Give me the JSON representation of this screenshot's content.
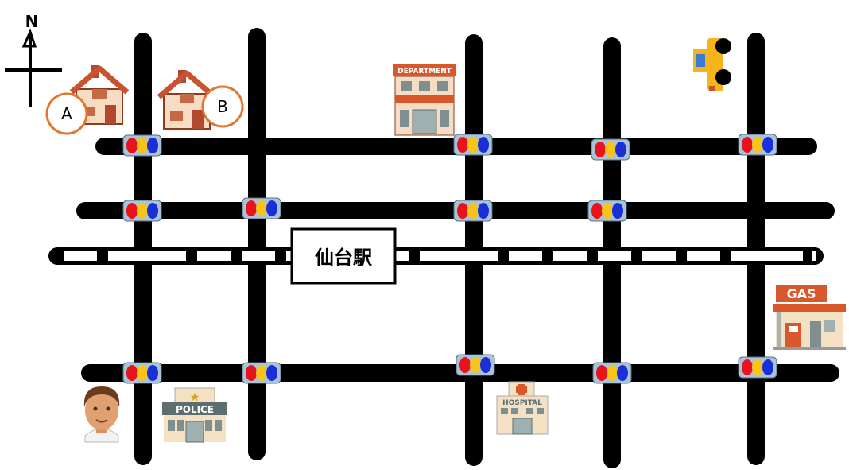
{
  "compass": {
    "north_label": "N"
  },
  "houses": [
    {
      "label": "A"
    },
    {
      "label": "B"
    }
  ],
  "station": {
    "name": "仙台駅"
  },
  "buildings": {
    "department": "DEPARTMENT",
    "police": "POLICE",
    "hospital": "HOSPITAL",
    "gas": "GAS"
  },
  "icons": [
    "compass-icon",
    "house-icon",
    "department-store-icon",
    "police-station-icon",
    "hospital-icon",
    "gas-station-icon",
    "car-icon",
    "person-icon",
    "traffic-light-icon"
  ],
  "colors": {
    "road": "#000000",
    "light_red": "#e8131b",
    "light_yellow": "#f7c51a",
    "light_blue": "#1b2fd6",
    "light_body": "#a9c4d8",
    "marker_orange": "#e2762f",
    "gas_red": "#d9582b"
  }
}
